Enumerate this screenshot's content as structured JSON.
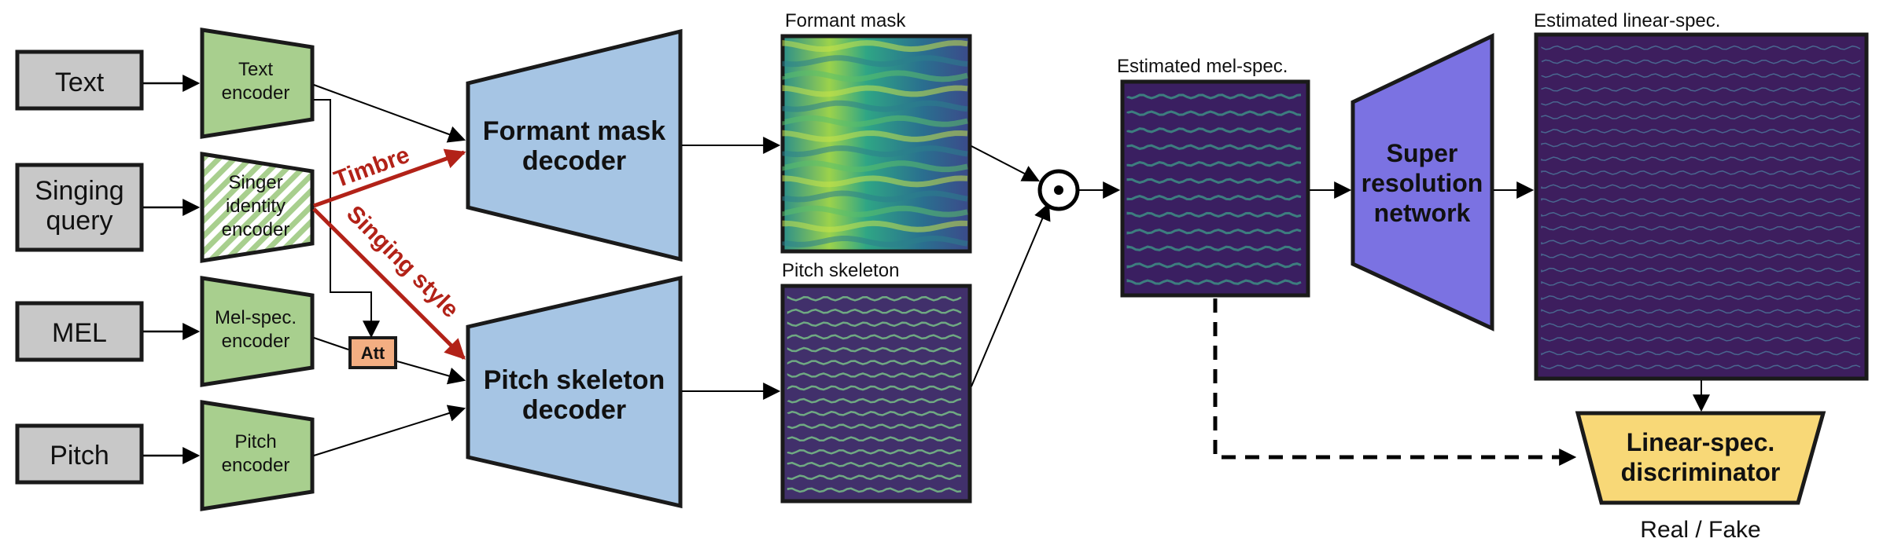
{
  "inputs": {
    "text": "Text",
    "singing_query": [
      "Singing",
      "query"
    ],
    "mel": "MEL",
    "pitch": "Pitch"
  },
  "encoders": {
    "text": [
      "Text",
      "encoder"
    ],
    "singer_identity": [
      "Singer",
      "identity",
      "encoder"
    ],
    "mel_spec": [
      "Mel-spec.",
      "encoder"
    ],
    "pitch": [
      "Pitch",
      "encoder"
    ]
  },
  "attention": "Att",
  "edge_labels": {
    "timbre": "Timbre",
    "singing_style": "Singing style"
  },
  "decoders": {
    "formant_mask": [
      "Formant mask",
      "decoder"
    ],
    "pitch_skeleton": [
      "Pitch skeleton",
      "decoder"
    ]
  },
  "spectrogram_titles": {
    "formant_mask": "Formant mask",
    "pitch_skeleton": "Pitch skeleton",
    "mel_spec": "Estimated mel-spec.",
    "linear_spec": "Estimated linear-spec."
  },
  "super_resolution": [
    "Super",
    "resolution",
    "network"
  ],
  "discriminator": [
    "Linear-spec.",
    "discriminator"
  ],
  "output_label": "Real / Fake",
  "colors": {
    "input_box": "#c8c8c8",
    "encoder": "#a8cf8e",
    "decoder": "#a6c5e4",
    "attention": "#f3ae82",
    "super_resolution": "#7b72e2",
    "discriminator": "#f8d877",
    "style_arrow": "#b22218",
    "spectrogram_bg": "#3d1e5e"
  }
}
